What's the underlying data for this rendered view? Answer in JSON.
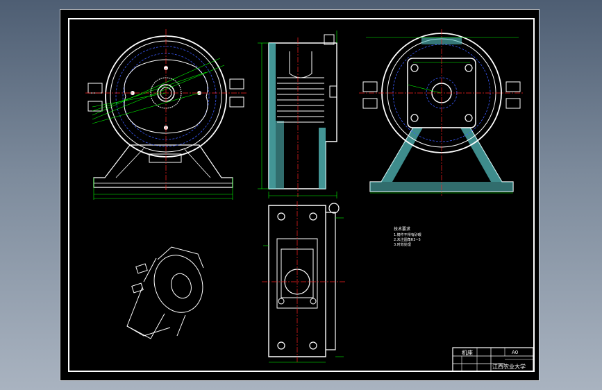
{
  "title_block": {
    "part_name": "机座",
    "scale": "A0",
    "university": "江西农业大学"
  },
  "tech_requirements": {
    "heading": "技术要求",
    "lines": [
      "1.铸件不得有砂眼",
      "2.未注圆角R3~5",
      "3.时效处理"
    ]
  },
  "colors": {
    "outline": "#ffffff",
    "dimension": "#00ff00",
    "hidden": "#3a5bff",
    "centerline": "#ff2020",
    "hatch": "#59c7c7"
  }
}
